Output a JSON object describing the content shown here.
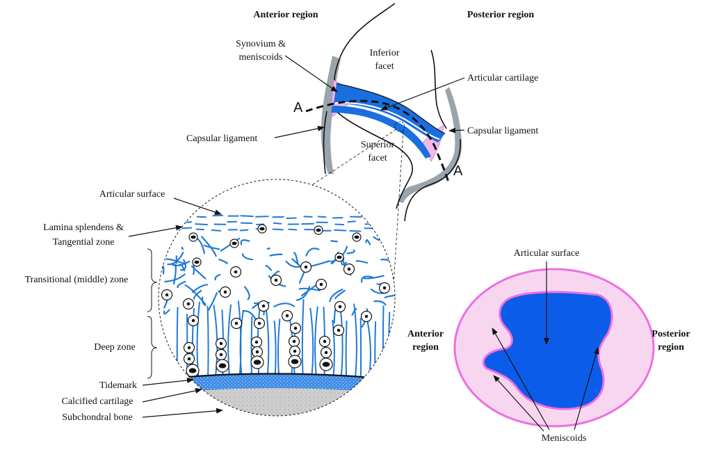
{
  "facet_joint": {
    "anterior_region": "Anterior region",
    "posterior_region": "Posterior region",
    "synovium_line1": "Synovium &",
    "synovium_line2": "meniscoids",
    "inferior_line1": "Inferior",
    "inferior_line2": "facet",
    "articular_cartilage": "Articular cartilage",
    "capsular_left": "Capsular ligament",
    "capsular_right": "Capsular ligament",
    "superior_line1": "Superior",
    "superior_line2": "facet",
    "section_marker_left": "A",
    "section_marker_right": "A"
  },
  "cartilage_zones": {
    "articular_surface": "Articular surface",
    "lamina_line1": "Lamina splendens &",
    "lamina_line2": "Tangential zone",
    "transitional": "Transitional (middle) zone",
    "deep": "Deep zone",
    "tidemark": "Tidemark",
    "calcified": "Calcified cartilage",
    "subchondral": "Subchondral bone"
  },
  "section_view": {
    "articular_surface": "Articular surface",
    "anterior_line1": "Anterior",
    "anterior_line2": "region",
    "posterior_line1": "Posterior",
    "posterior_line2": "region",
    "meniscoids": "Meniscoids"
  },
  "colors": {
    "cartilage_blue": "#1a6fe0",
    "fiber_blue": "#1f7ad6",
    "deep_blue": "#0b5ce8",
    "synovium_pink": "#f4b8e6",
    "meniscoid_pink": "#f8d6f0",
    "rim_magenta": "#ee6fe0",
    "capsule_grey": "#9aa4ad",
    "bone_grey": "#c8c8c8"
  }
}
